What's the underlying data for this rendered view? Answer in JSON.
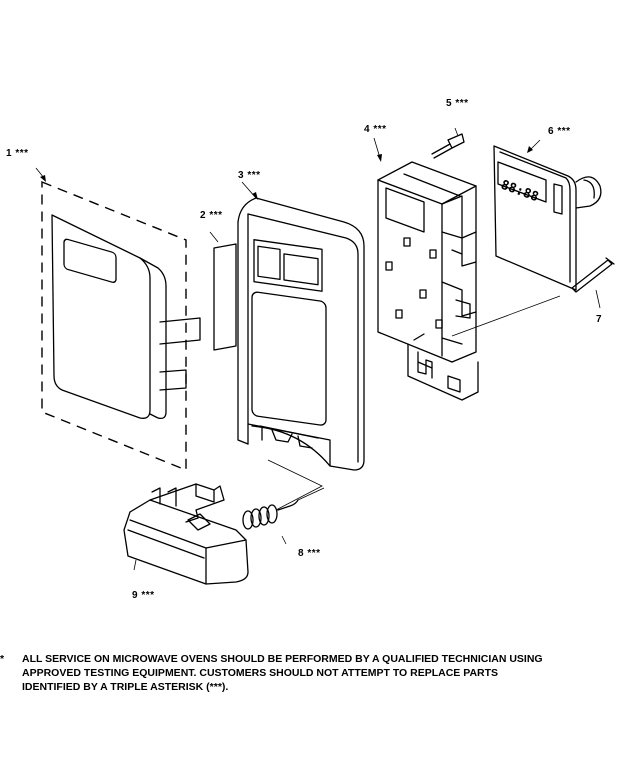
{
  "diagram": {
    "callouts": [
      {
        "id": "1",
        "text": "1 ***"
      },
      {
        "id": "2",
        "text": "2 ***"
      },
      {
        "id": "3",
        "text": "3 ***"
      },
      {
        "id": "4",
        "text": "4 ***"
      },
      {
        "id": "5",
        "text": "5 ***"
      },
      {
        "id": "6",
        "text": "6 ***"
      },
      {
        "id": "7",
        "text": "7"
      },
      {
        "id": "8",
        "text": "8 ***"
      },
      {
        "id": "9",
        "text": "9 ***"
      }
    ],
    "display_digits": "88:88",
    "note": {
      "marker": "*",
      "lines": [
        "ALL SERVICE ON MICROWAVE OVENS SHOULD BE PERFORMED BY A  QUALIFIED TECHNICIAN USING",
        "APPROVED TESTING EQUIPMENT.  CUSTOMERS SHOULD NOT ATTEMPT TO REPLACE PARTS",
        "IDENTIFIED BY A TRIPLE ASTERISK (***)."
      ]
    }
  }
}
